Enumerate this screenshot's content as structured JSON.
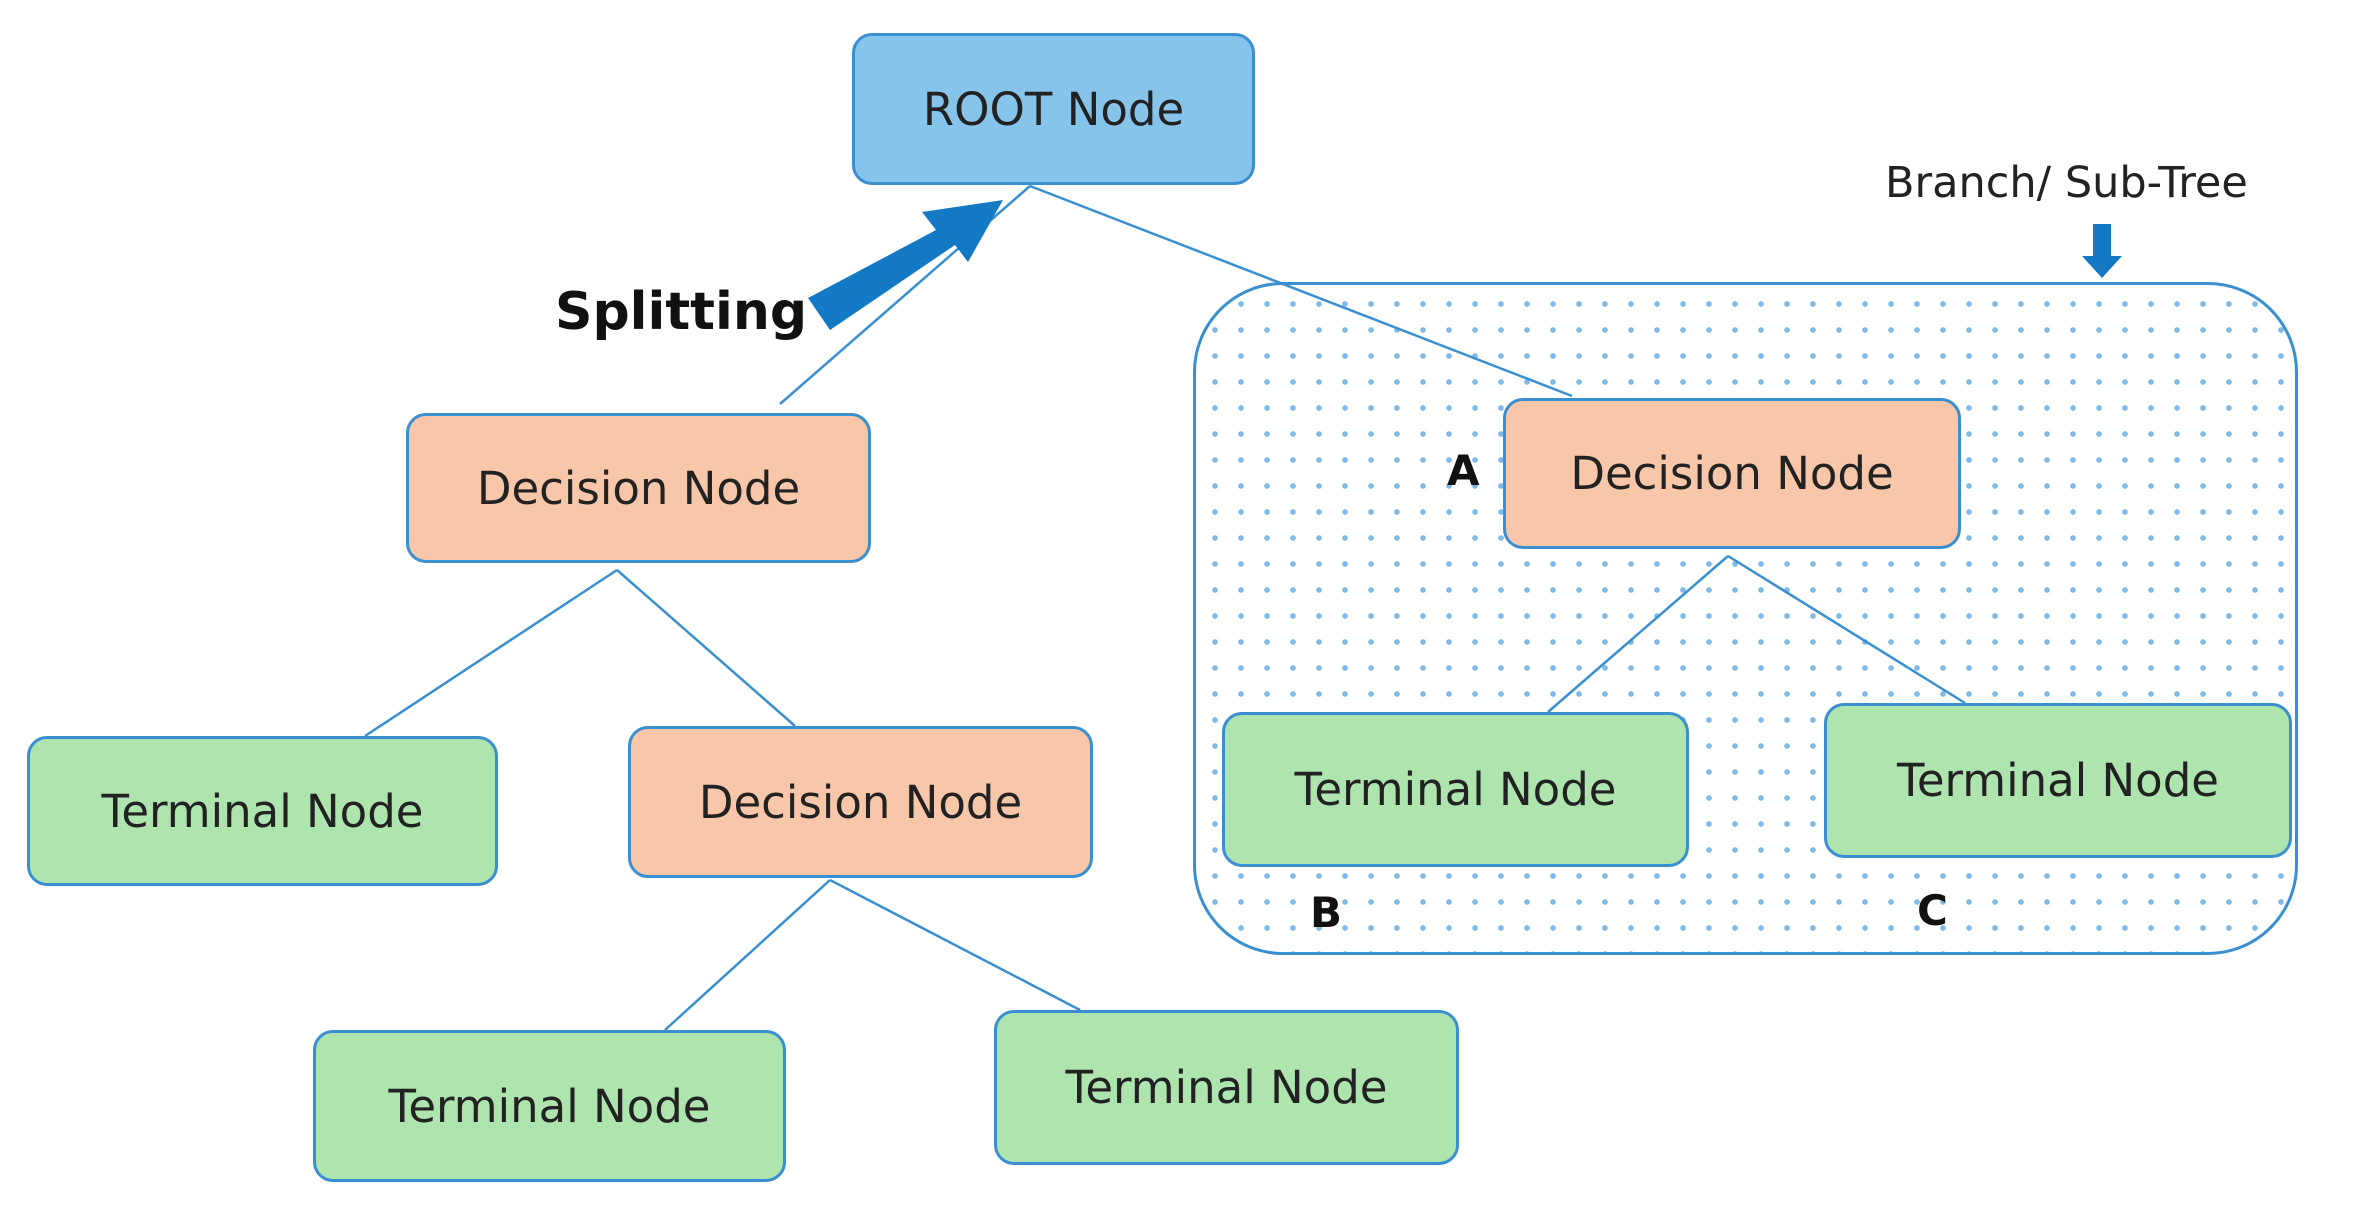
{
  "nodes": {
    "root": "ROOT Node",
    "decision_left": "Decision Node",
    "decision_mid": "Decision Node",
    "decision_right": "Decision Node",
    "terminal_left": "Terminal Node",
    "terminal_bottom_left": "Terminal Node",
    "terminal_bottom_right": "Terminal Node",
    "terminal_b": "Terminal Node",
    "terminal_c": "Terminal Node"
  },
  "labels": {
    "splitting": "Splitting",
    "branch": "Branch/ Sub-Tree",
    "a": "A",
    "b": "B",
    "c": "C"
  },
  "colors": {
    "root_fill": "#86c4ec",
    "decision_fill": "#f8c6a8",
    "terminal_fill": "#aee4ae",
    "outline": "#3a8fd0",
    "arrow": "#1479c4"
  }
}
